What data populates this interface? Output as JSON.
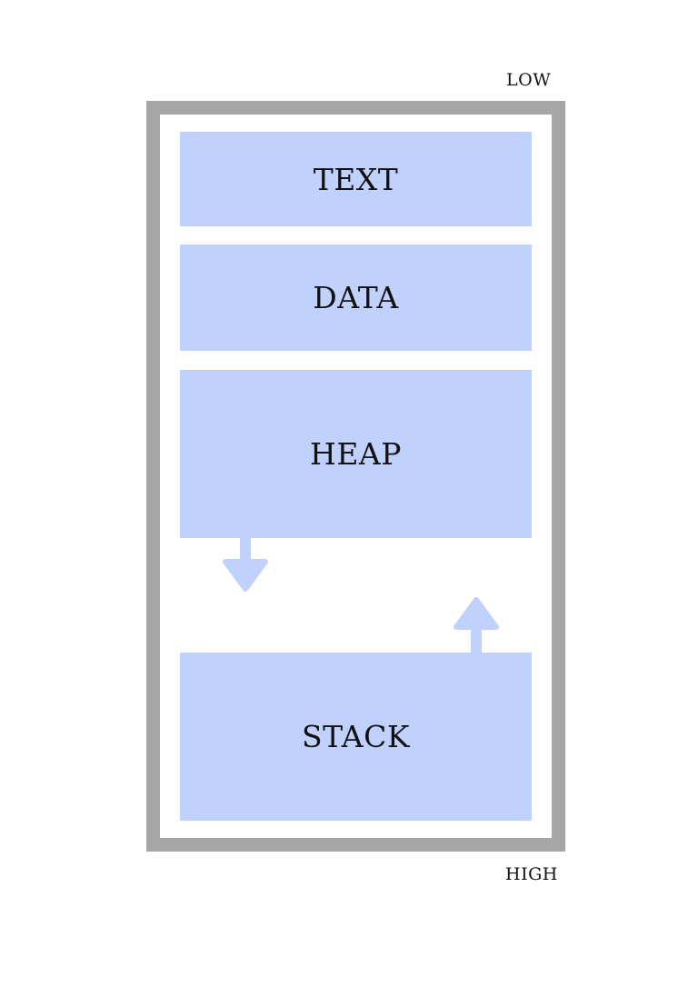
{
  "labels": {
    "low": "LOW",
    "high": "HIGH"
  },
  "segments": {
    "text": "TEXT",
    "data": "DATA",
    "heap": "HEAP",
    "stack": "STACK"
  },
  "colors": {
    "segment_fill": "#c0d1fe",
    "frame_border": "#a6a6a6",
    "text": "#111111"
  },
  "arrows": {
    "heap": "down",
    "stack": "up"
  }
}
